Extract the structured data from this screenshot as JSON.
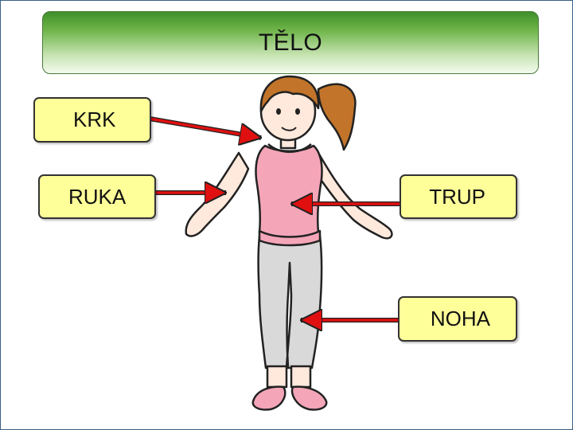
{
  "title": "TĚLO",
  "labels": {
    "krk": "KRK",
    "ruka": "RUKA",
    "trup": "TRUP",
    "noha": "NOHA"
  },
  "colors": {
    "title_gradient_top": "#3f8f2a",
    "label_fill": "#ffff99",
    "arrow": "#e01010",
    "leotard": "#f4a6b8",
    "leggings": "#d9d9d9",
    "hair": "#c1742a",
    "skin": "#ffe9dc"
  }
}
